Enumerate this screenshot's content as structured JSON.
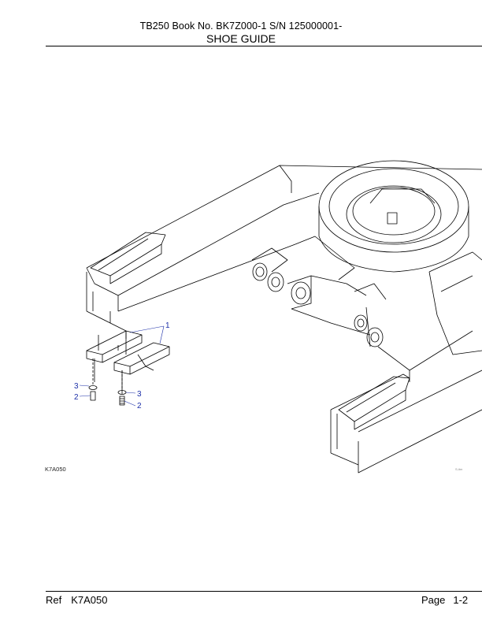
{
  "header": {
    "book_line": "TB250  Book No. BK7Z000-1 S/N 125000001-",
    "section_title": "SHOE GUIDE"
  },
  "figure": {
    "figure_ref": "K7A050",
    "signature": "S-itm",
    "callouts": [
      "1",
      "2",
      "3",
      "3",
      "2"
    ]
  },
  "footer": {
    "ref_label": "Ref",
    "ref_value": "K7A050",
    "page_label": "Page",
    "page_value": "1-2"
  },
  "colors": {
    "callout": "#1c2fa8",
    "line_art": "#000000"
  }
}
